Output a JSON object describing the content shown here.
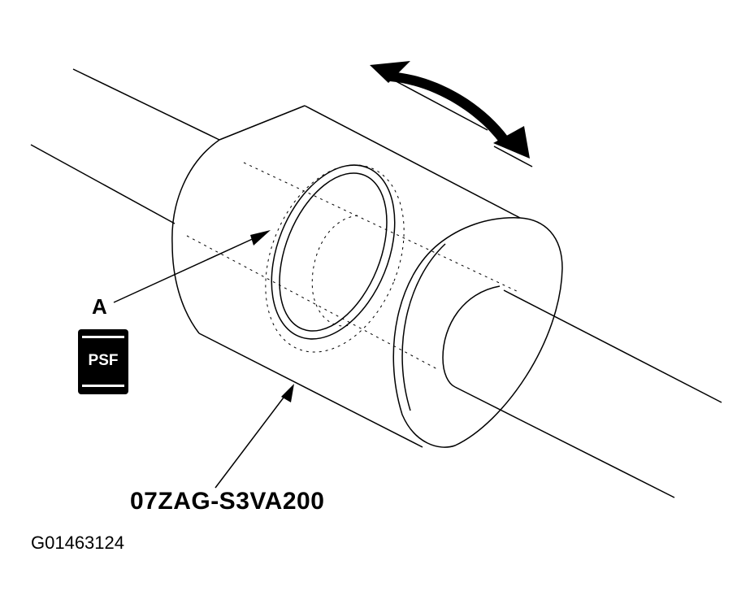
{
  "figure": {
    "id": "G01463124",
    "callout_a": "A",
    "tool_number": "07ZAG-S3VA200",
    "lubricant_icon": {
      "name": "psf-container-icon",
      "text": "PSF"
    },
    "rotation_arrow": "double-headed-curved-arrow-icon"
  }
}
